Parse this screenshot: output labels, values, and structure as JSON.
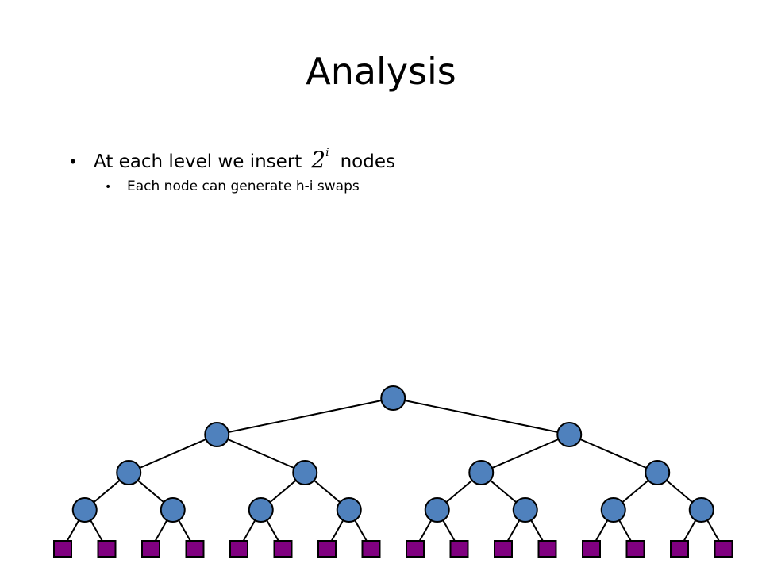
{
  "slide": {
    "title": "Analysis",
    "bullets": [
      {
        "text_before": "At each level we insert",
        "math_base": "2",
        "math_exponent": "i",
        "text_after": "nodes"
      }
    ],
    "sub_bullets": [
      {
        "text": "Each node can generate h-i swaps"
      }
    ]
  },
  "tree": {
    "internal_levels": 4,
    "leaf_count": 16,
    "colors": {
      "node_fill": "#4F81BD",
      "node_stroke": "#000000",
      "leaf_fill": "#800080",
      "edge": "#000000"
    }
  }
}
